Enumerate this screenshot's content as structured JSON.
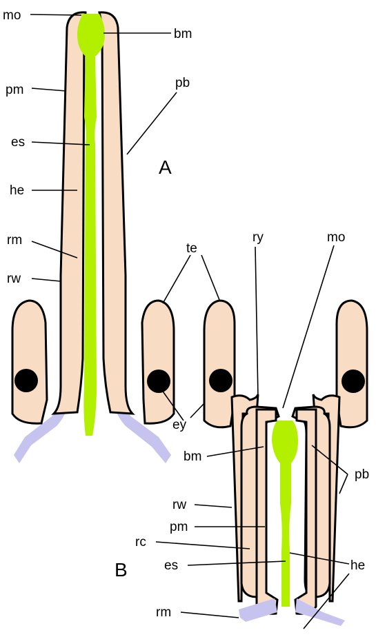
{
  "panels": {
    "a": {
      "letter": "A"
    },
    "b": {
      "letter": "B"
    }
  },
  "labels": {
    "mo_a": "mo",
    "bm_a": "bm",
    "pm_a": "pm",
    "pb_a": "pb",
    "es_a": "es",
    "he_a": "he",
    "rm_a": "rm",
    "rw_a": "rw",
    "te": "te",
    "ey": "ey",
    "ry": "ry",
    "mo_b": "mo",
    "bm_b": "bm",
    "pb_b": "pb",
    "rw_b": "rw",
    "pm_b": "pm",
    "rc_b": "rc",
    "es_b": "es",
    "he_b": "he",
    "rm_b": "rm"
  },
  "colors": {
    "body": "#f9dcc4",
    "retractor": "#c7c3ef",
    "gut": "#b2f000",
    "outline": "#000000"
  }
}
